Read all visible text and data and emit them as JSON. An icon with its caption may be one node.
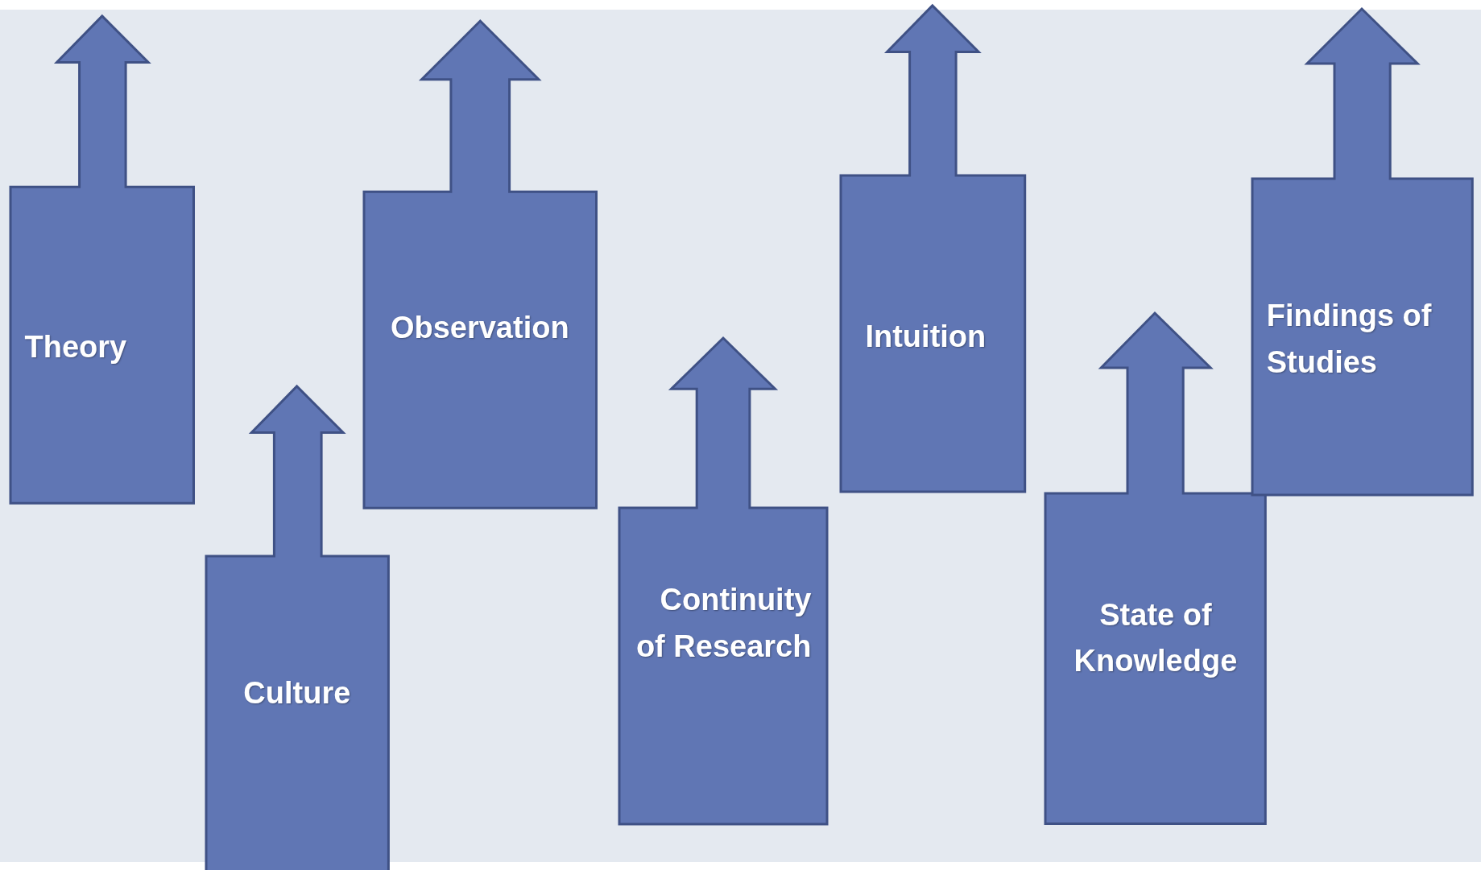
{
  "diagram": {
    "nodes": [
      {
        "text": [
          "Theory"
        ]
      },
      {
        "text": [
          "Culture"
        ]
      },
      {
        "text": [
          "Observation"
        ]
      },
      {
        "text": [
          "Continuity of Research"
        ]
      },
      {
        "text": [
          "Intuition"
        ]
      },
      {
        "text": [
          "State of Knowledge"
        ]
      },
      {
        "text": [
          "Findings of Studies"
        ]
      }
    ]
  }
}
